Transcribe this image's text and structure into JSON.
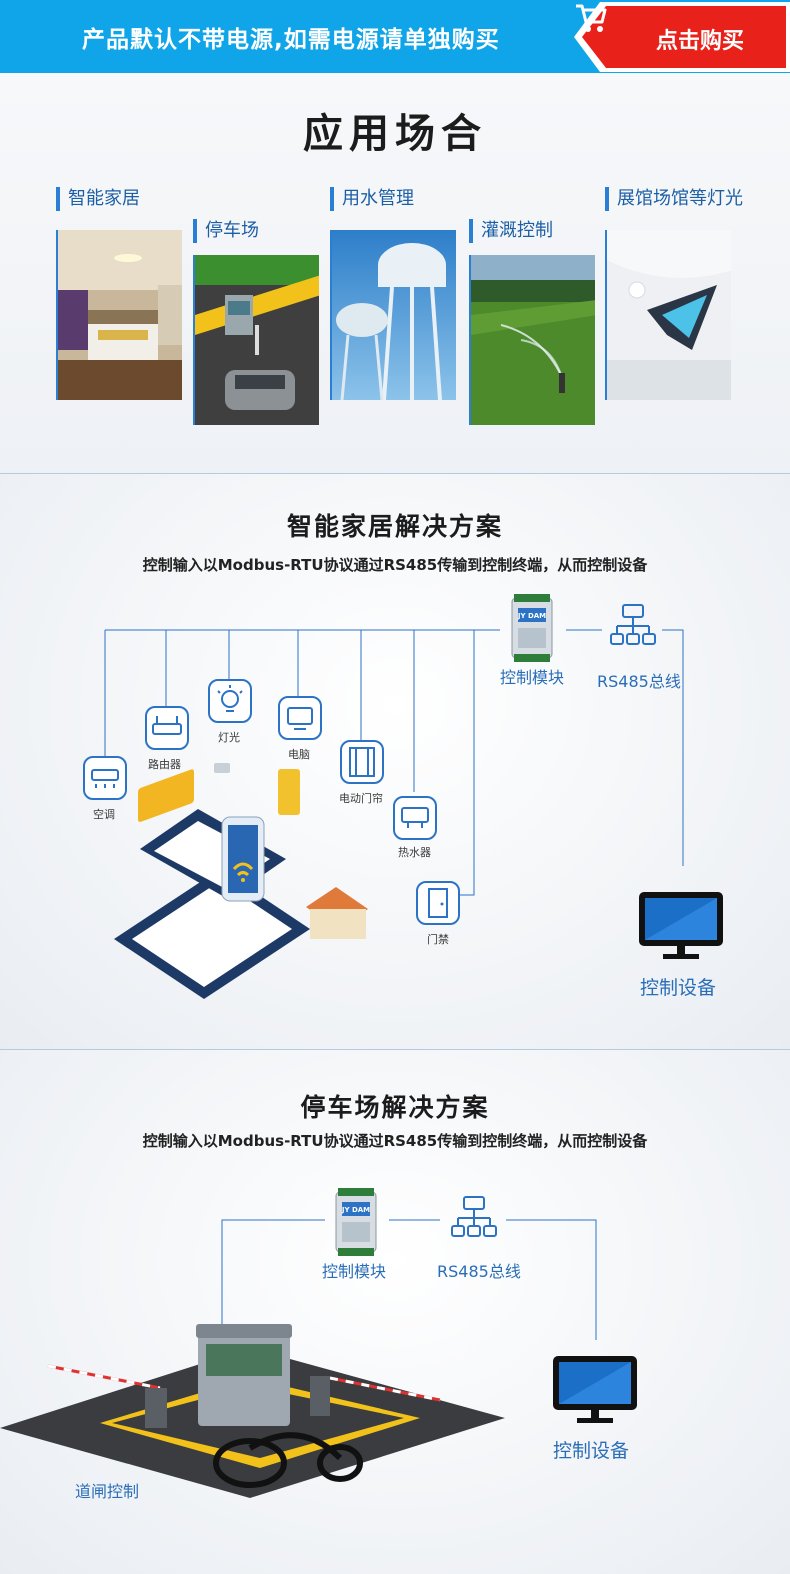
{
  "banner": {
    "notice": "产品默认不带电源,如需电源请单独购买",
    "buy_label": "点击购买",
    "icon": "cart-icon",
    "colors": {
      "banner_bg": "#10a5e8",
      "buy_bg": "#e8221a"
    }
  },
  "applications": {
    "title": "应用场合",
    "scenes": [
      {
        "label": "智能家居",
        "image": "bedroom-photo"
      },
      {
        "label": "停车场",
        "image": "parking-booth-photo"
      },
      {
        "label": "用水管理",
        "image": "water-tower-photo"
      },
      {
        "label": "灌溉控制",
        "image": "sprinkler-field-photo"
      },
      {
        "label": "展馆场馆等灯光",
        "image": "exhibition-hall-photo"
      }
    ]
  },
  "smart_home": {
    "title": "智能家居解决方案",
    "description": "控制输入以Modbus-RTU协议通过RS485传输到控制终端，从而控制设备",
    "module_label": "控制模块",
    "module_brand": "JY DAM",
    "bus_label": "RS485总线",
    "control_label": "控制设备",
    "devices": [
      {
        "label": "空调",
        "icon": "air-conditioner-icon"
      },
      {
        "label": "路由器",
        "icon": "router-icon"
      },
      {
        "label": "灯光",
        "icon": "light-bulb-icon"
      },
      {
        "label": "电脑",
        "icon": "computer-icon"
      },
      {
        "label": "电动门帘",
        "icon": "curtain-icon"
      },
      {
        "label": "热水器",
        "icon": "water-heater-icon"
      },
      {
        "label": "门禁",
        "icon": "door-access-icon"
      }
    ]
  },
  "parking": {
    "title": "停车场解决方案",
    "description": "控制输入以Modbus-RTU协议通过RS485传输到控制终端，从而控制设备",
    "module_label": "控制模块",
    "module_brand": "JY DAM",
    "bus_label": "RS485总线",
    "control_label": "控制设备",
    "gate_label": "道闸控制"
  }
}
